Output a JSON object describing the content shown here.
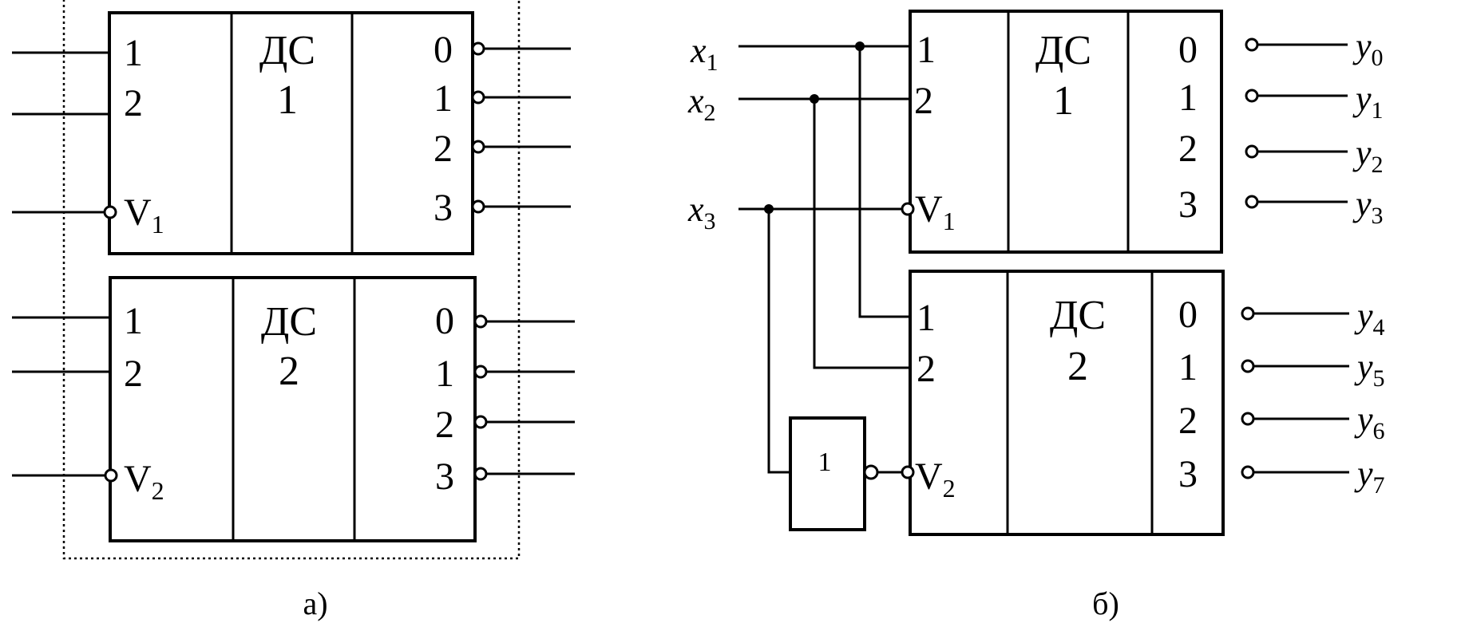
{
  "panel_a": {
    "caption": "а)",
    "dc1": {
      "title": "ДС",
      "number": "1",
      "inputs": [
        "1",
        "2"
      ],
      "enable": "V",
      "enable_sub": "1",
      "outputs": [
        "0",
        "1",
        "2",
        "3"
      ]
    },
    "dc2": {
      "title": "ДС",
      "number": "2",
      "inputs": [
        "1",
        "2"
      ],
      "enable": "V",
      "enable_sub": "2",
      "outputs": [
        "0",
        "1",
        "2",
        "3"
      ]
    }
  },
  "panel_b": {
    "caption": "б)",
    "inputs": [
      {
        "name": "x",
        "sub": "1"
      },
      {
        "name": "x",
        "sub": "2"
      },
      {
        "name": "x",
        "sub": "3"
      }
    ],
    "inverter_label": "1",
    "dc1": {
      "title": "ДС",
      "number": "1",
      "inputs": [
        "1",
        "2"
      ],
      "enable": "V",
      "enable_sub": "1",
      "outputs": [
        "0",
        "1",
        "2",
        "3"
      ]
    },
    "dc2": {
      "title": "ДС",
      "number": "2",
      "inputs": [
        "1",
        "2"
      ],
      "enable": "V",
      "enable_sub": "2",
      "outputs": [
        "0",
        "1",
        "2",
        "3"
      ]
    },
    "outputs": [
      {
        "name": "y",
        "sub": "0"
      },
      {
        "name": "y",
        "sub": "1"
      },
      {
        "name": "y",
        "sub": "2"
      },
      {
        "name": "y",
        "sub": "3"
      },
      {
        "name": "y",
        "sub": "4"
      },
      {
        "name": "y",
        "sub": "5"
      },
      {
        "name": "y",
        "sub": "6"
      },
      {
        "name": "y",
        "sub": "7"
      }
    ]
  }
}
